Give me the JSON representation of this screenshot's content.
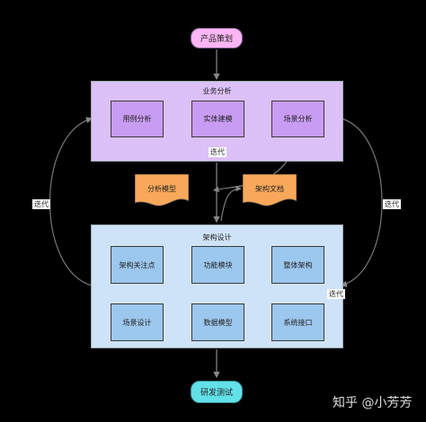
{
  "nodes": {
    "start": "产品策划",
    "end": "研发测试",
    "biz_group": "业务分析",
    "arch_group": "架构设计",
    "use_case": "用例分析",
    "entity": "实体建模",
    "scenario_analysis": "场景分析",
    "analysis_model": "分析模型",
    "arch_doc": "架构文档",
    "concerns": "架构关注点",
    "module": "功能模块",
    "overall": "整体架构",
    "scenario_design": "场景设计",
    "data_model": "数据模型",
    "interface": "系统接口"
  },
  "edge_labels": {
    "biz_loop": "迭代",
    "left_loop": "迭代",
    "right_loop": "迭代",
    "arch_loop": "迭代"
  },
  "watermark": "知乎 @小芳芳",
  "colors": {
    "start": "#fbb6f3",
    "end": "#63e1e8",
    "biz_group": "#dcc0f8",
    "biz_node": "#c99cf4",
    "arch_group": "#cfe3f8",
    "arch_node": "#9cc7ee",
    "doc": "#f8a85a"
  }
}
